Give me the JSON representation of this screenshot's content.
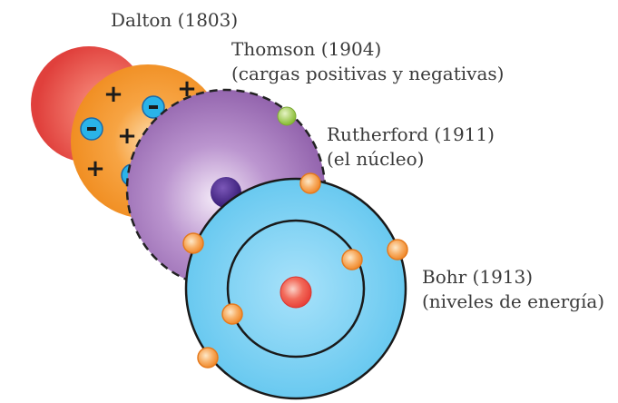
{
  "models": [
    {
      "name": "Dalton (1803)",
      "note": "",
      "color": "#e84a44"
    },
    {
      "name": "Thomson (1904)",
      "note": "(cargas positivas y negativas)",
      "color": "#f28a1e"
    },
    {
      "name": "Rutherford (1911)",
      "note": "(el núcleo)",
      "color": "#9b6bb5"
    },
    {
      "name": "Bohr (1913)",
      "note": "(niveles de energía)",
      "color": "#5fc6ef"
    }
  ],
  "thomson_charges": {
    "positive": "+",
    "negative": "-"
  },
  "icons": [
    "nucleus-icon",
    "electron-icon",
    "positive-charge-icon",
    "negative-charge-icon"
  ]
}
